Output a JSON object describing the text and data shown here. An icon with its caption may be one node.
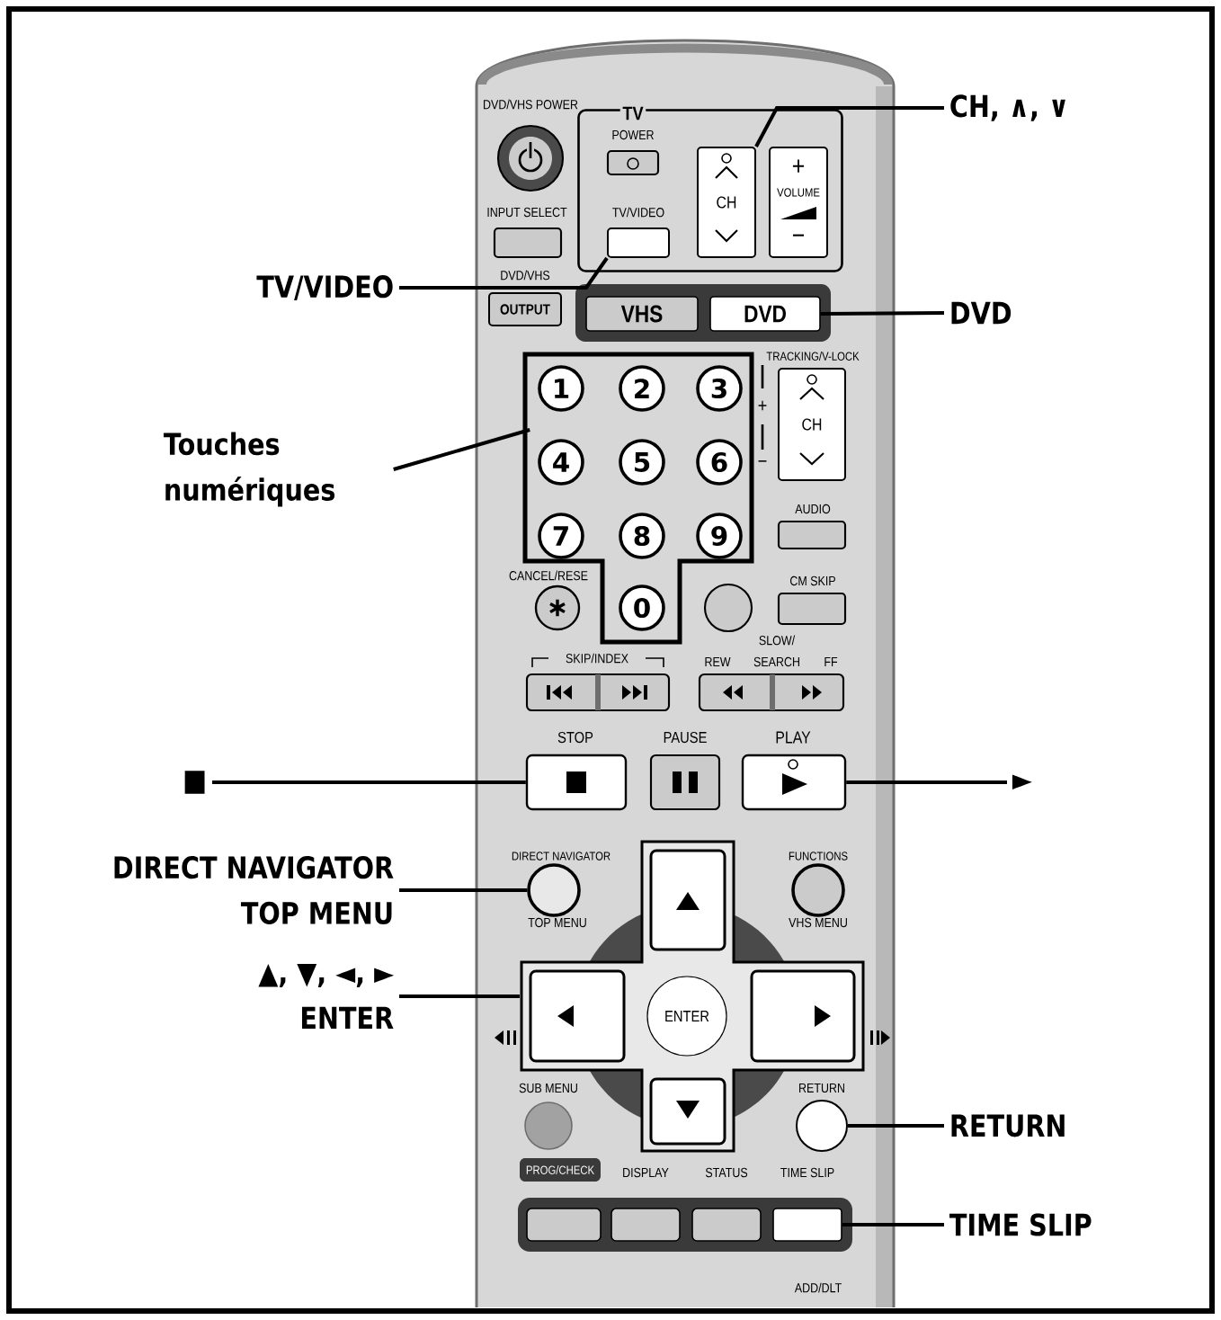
{
  "diagram": {
    "nodes": [
      {
        "text": [
          "CH, ∧, ∨"
        ]
      },
      {
        "text": [
          "TV/VIDEO"
        ]
      },
      {
        "text": [
          "DVD"
        ]
      },
      {
        "text": [
          "Touches numériques"
        ]
      },
      {
        "text": [
          "■"
        ]
      },
      {
        "text": [
          "►"
        ]
      },
      {
        "text": [
          "DIRECT NAVIGATOR",
          "TOP MENU"
        ]
      },
      {
        "text": [
          "▲, ▼, ◄, ►",
          "ENTER"
        ]
      },
      {
        "text": [
          "RETURN"
        ]
      },
      {
        "text": [
          "TIME SLIP"
        ]
      },
      {
        "text": [
          "TV"
        ]
      },
      {
        "text": [
          "CH"
        ],
        "in": 10
      },
      {
        "text": [
          "+",
          "VOLUME",
          "−"
        ],
        "in": 10
      },
      {
        "text": [],
        "shape": "box",
        "in": 10
      },
      {
        "text": [
          "OUTPUT"
        ]
      },
      {
        "text": [
          "VHS"
        ]
      },
      {
        "text": [
          "DVD"
        ]
      },
      {
        "text": [],
        "shape": "box"
      },
      {
        "text": [
          "1"
        ],
        "in": 17
      },
      {
        "text": [
          "2"
        ],
        "in": 17
      },
      {
        "text": [
          "3"
        ],
        "in": 17
      },
      {
        "text": [
          "4"
        ],
        "in": 17
      },
      {
        "text": [
          "5"
        ],
        "in": 17
      },
      {
        "text": [
          "6"
        ],
        "in": 17
      },
      {
        "text": [
          "7"
        ],
        "in": 17
      },
      {
        "text": [
          "8"
        ],
        "in": 17
      },
      {
        "text": [
          "9"
        ],
        "in": 17
      },
      {
        "text": [
          "0"
        ],
        "in": 17
      },
      {
        "text": [
          "∗"
        ]
      },
      {
        "text": [
          "CH"
        ]
      },
      {
        "text": [],
        "shape": "box"
      },
      {
        "text": [],
        "shape": "box"
      },
      {
        "text": [],
        "shape": "circle"
      },
      {
        "text": [],
        "shape": "cross"
      },
      {
        "text": [
          "ENTER"
        ],
        "in": 33
      },
      {
        "text": [],
        "shape": "circle"
      },
      {
        "text": [
          "PROG/CHECK"
        ]
      },
      {
        "text": [],
        "shape": "box"
      },
      {
        "text": [],
        "shape": "box",
        "in": 33
      },
      {
        "text": [],
        "shape": "box",
        "in": 33
      },
      {
        "text": [],
        "shape": "box",
        "in": 33
      },
      {
        "text": [],
        "shape": "box",
        "in": 33
      }
    ],
    "edges": [
      {
        "from": 0,
        "to": 11,
        "arrow": "none"
      },
      {
        "from": 1,
        "to": 13,
        "arrow": "none"
      },
      {
        "from": 2,
        "to": 16,
        "arrow": "none"
      },
      {
        "from": 3,
        "to": 17,
        "arrow": "none"
      },
      {
        "from": 4,
        "to": 30,
        "arrow": "none"
      },
      {
        "from": 5,
        "to": 31,
        "arrow": "none"
      },
      {
        "from": 6,
        "to": 32,
        "arrow": "none"
      },
      {
        "from": 7,
        "to": 33,
        "arrow": "none"
      },
      {
        "from": 8,
        "to": 35,
        "arrow": "none"
      },
      {
        "from": 9,
        "to": 37,
        "arrow": "none"
      }
    ],
    "labels": [
      "DVD/VHS POWER",
      "POWER",
      "INPUT SELECT",
      "TV/VIDEO",
      "DVD/VHS",
      "TRACKING/V-LOCK",
      "+",
      "−",
      "AUDIO",
      "CANCEL/RESE",
      "CM SKIP",
      "SLOW/",
      "SKIP/INDEX",
      "REW",
      "SEARCH",
      "FF",
      "STOP",
      "PAUSE",
      "PLAY",
      "DIRECT NAVIGATOR",
      "FUNCTIONS",
      "TOP MENU",
      "VHS MENU",
      "SUB MENU",
      "RETURN",
      "DISPLAY",
      "STATUS",
      "TIME SLIP",
      "ADD/DLT"
    ]
  }
}
